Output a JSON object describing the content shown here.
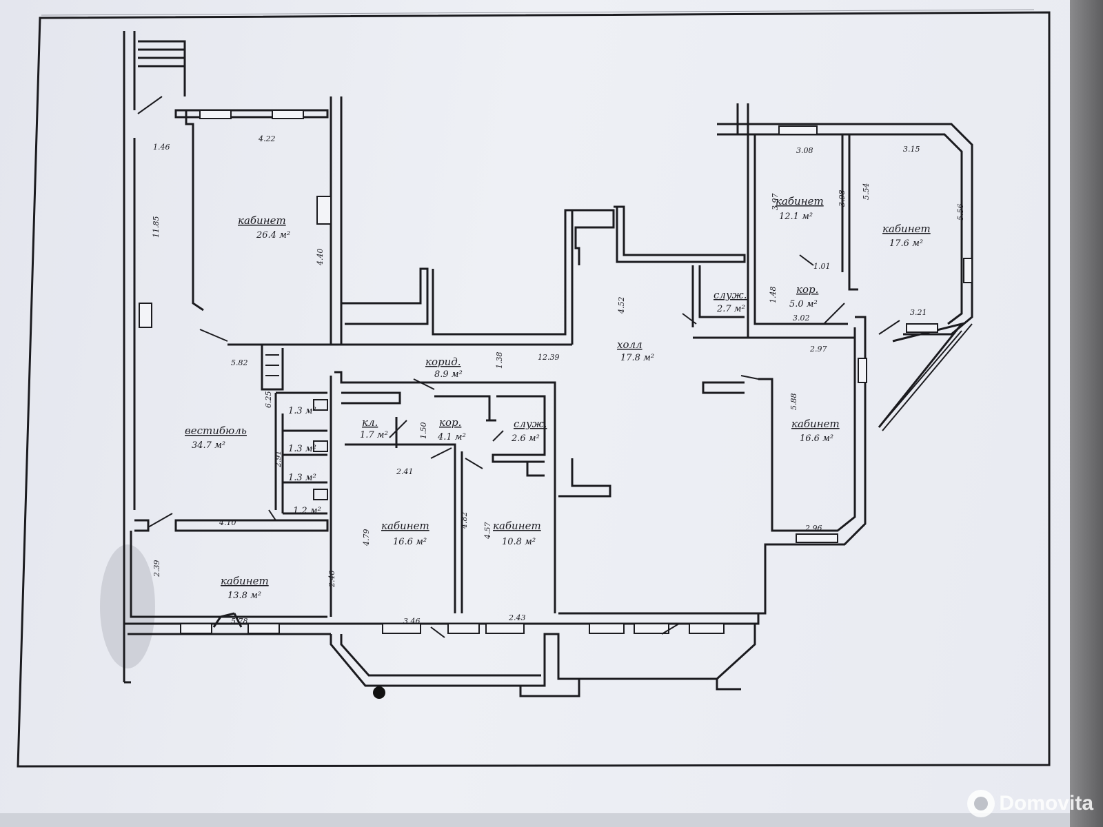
{
  "rooms": [
    {
      "id": "office-top-left",
      "name": "кабинет",
      "area": "26.4 м²"
    },
    {
      "id": "office-top-right-1",
      "name": "кабинет",
      "area": "12.1 м²"
    },
    {
      "id": "office-top-right-2",
      "name": "кабинет",
      "area": "17.6 м²"
    },
    {
      "id": "office-right",
      "name": "кабинет",
      "area": "16.6 м²"
    },
    {
      "id": "hall",
      "name": "холл",
      "area": "17.8 м²"
    },
    {
      "id": "corridor",
      "name": "корид.",
      "area": "8.9 м²"
    },
    {
      "id": "service-upper",
      "name": "служ.",
      "area": "2.7 м²"
    },
    {
      "id": "corridor-right",
      "name": "кор.",
      "area": "5.0 м²"
    },
    {
      "id": "vestibule",
      "name": "вестибюль",
      "area": "34.7 м²"
    },
    {
      "id": "wc-1",
      "name": "",
      "area": "1.3 м²"
    },
    {
      "id": "wc-2",
      "name": "",
      "area": "1.3 м²"
    },
    {
      "id": "wc-3",
      "name": "",
      "area": "1.3 м²"
    },
    {
      "id": "wc-4",
      "name": "",
      "area": "1.2 м²"
    },
    {
      "id": "storage",
      "name": "кл.",
      "area": "1.7 м²"
    },
    {
      "id": "corridor-small",
      "name": "кор.",
      "area": "4.1 м²"
    },
    {
      "id": "service-lower",
      "name": "служ.",
      "area": "2.6 м²"
    },
    {
      "id": "office-center-1",
      "name": "кабинет",
      "area": "16.6 м²"
    },
    {
      "id": "office-center-2",
      "name": "кабинет",
      "area": "10.8 м²"
    },
    {
      "id": "office-bottom-left",
      "name": "кабинет",
      "area": "13.8 м²"
    }
  ],
  "dimensions": [
    "1.46",
    "4.22",
    "11.85",
    "4.40",
    "5.82",
    "3.08",
    "3.15",
    "3.97",
    "3.98",
    "5.56",
    "5.54",
    "1.01",
    "1.48",
    "3.02",
    "3.21",
    "2.97",
    "4.52",
    "12.39",
    "1.38",
    "6.25",
    "5.88",
    "2.96",
    "2.91",
    "1.50",
    "2.41",
    "4.10",
    "4.79",
    "4.82",
    "4.57",
    "2.39",
    "2.40",
    "5.78",
    "3.46",
    "2.43"
  ],
  "watermark": "Domovita"
}
